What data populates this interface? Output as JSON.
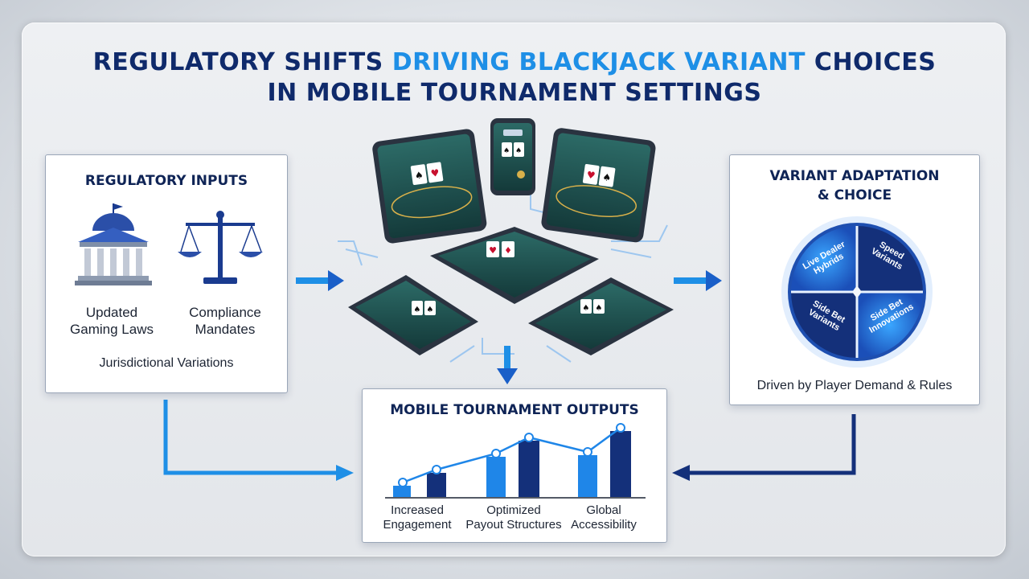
{
  "title": {
    "line1_a": "REGULATORY SHIFTS",
    "line1_b": "DRIVING BLACKJACK VARIANT",
    "line1_c": "CHOICES",
    "line2": "IN MOBILE TOURNAMENT SETTINGS"
  },
  "inputs": {
    "title": "REGULATORY INPUTS",
    "item1": "Updated Gaming Laws",
    "item2": "Compliance Mandates",
    "footer": "Jurisdictional Variations"
  },
  "variants": {
    "title_line1": "VARIANT ADAPTATION",
    "title_line2": "& CHOICE",
    "wheel": [
      "Live Dealer Hybrids",
      "Speed Variants",
      "Side Bet Variants",
      "Side Bet Innovations"
    ],
    "footer": "Driven by Player Demand & Rules"
  },
  "outputs": {
    "title": "MOBILE TOURNAMENT OUTPUTS",
    "labels": [
      {
        "l1": "Increased",
        "l2": "Engagement"
      },
      {
        "l1": "Optimized",
        "l2": "Payout Structures"
      },
      {
        "l1": "Global",
        "l2": "Accessibility"
      }
    ]
  },
  "colors": {
    "navy": "#0f2a6b",
    "accent": "#1e8fe6",
    "bar_light": "#1f86e8",
    "bar_dark": "#14307a",
    "table_green": "#1e4d4a"
  },
  "icons": [
    "courthouse-icon",
    "scales-icon",
    "smartphone-icon",
    "tablet-icon",
    "playing-card-icon",
    "arrow-icon",
    "variant-wheel-icon",
    "bar-chart-icon"
  ]
}
